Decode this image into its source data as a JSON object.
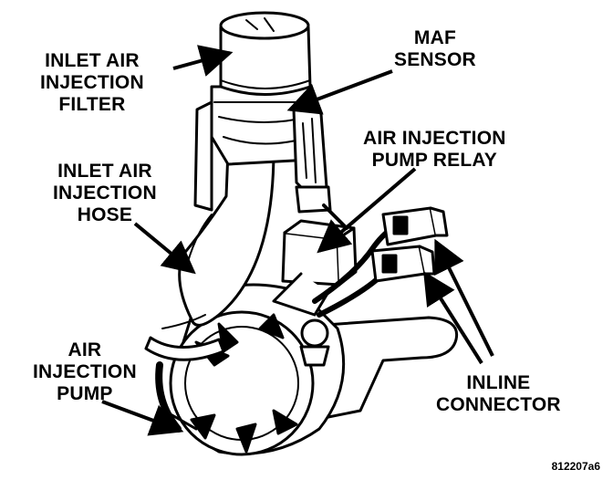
{
  "labels": {
    "inlet_filter": [
      "INLET AIR",
      "INJECTION",
      "FILTER"
    ],
    "maf_sensor": [
      "MAF",
      "SENSOR"
    ],
    "pump_relay": [
      "AIR INJECTION",
      "PUMP RELAY"
    ],
    "inlet_hose": [
      "INLET AIR",
      "INJECTION",
      "HOSE"
    ],
    "air_pump": [
      "AIR",
      "INJECTION",
      "PUMP"
    ],
    "inline_connector": [
      "INLINE",
      "CONNECTOR"
    ]
  },
  "figure_id": "812207a6",
  "colors": {
    "ink": "#000000",
    "paper": "#ffffff"
  }
}
